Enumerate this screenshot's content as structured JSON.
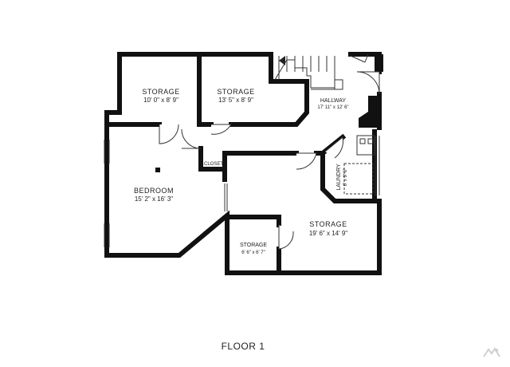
{
  "rooms": {
    "storage_a": {
      "name": "STORAGE",
      "dims": "10' 0\" x 8' 9\""
    },
    "storage_b": {
      "name": "STORAGE",
      "dims": "13' 5\" x 8' 9\""
    },
    "hallway": {
      "name": "HALLWAY",
      "dims": "17' 11\" x 12' 6\""
    },
    "bedroom": {
      "name": "BEDROOM",
      "dims": "15' 2\" x 16' 3\""
    },
    "closet": {
      "name": "CLOSET"
    },
    "laundry": {
      "name": "LAUNDRY",
      "dims": "6' x 9' 6\""
    },
    "storage_c": {
      "name": "STORAGE",
      "dims": "19' 6\" x 14' 9\""
    },
    "storage_d": {
      "name": "STORAGE",
      "dims": "6' 6\" x 6' 7\""
    }
  },
  "floor": {
    "label": "FLOOR 1"
  },
  "colors": {
    "wall": "#111111",
    "background": "#ffffff"
  },
  "icons": {
    "watermark": "watermark-logo-icon"
  }
}
